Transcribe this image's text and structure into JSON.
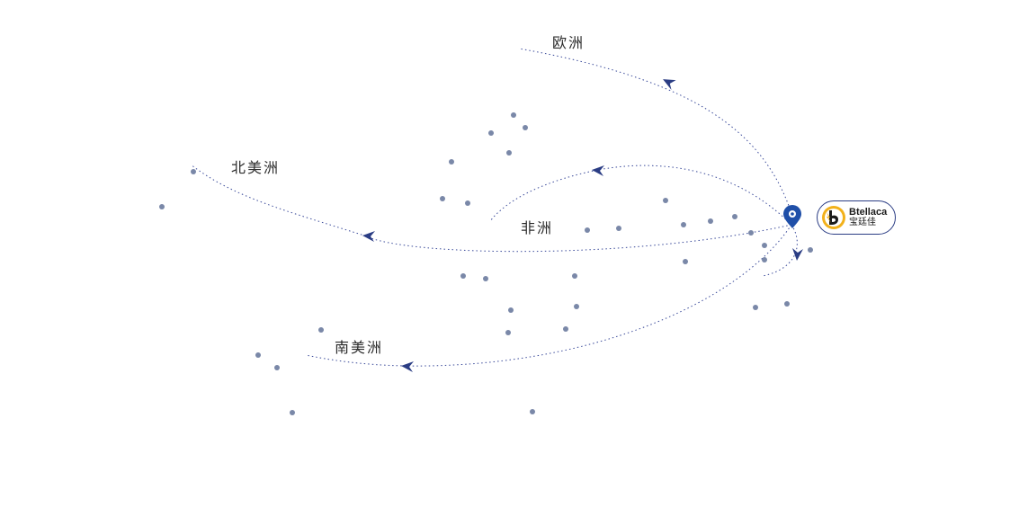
{
  "map": {
    "regions": {
      "europe": "欧洲",
      "north_america": "北美洲",
      "africa": "非洲",
      "south_america": "南美洲"
    },
    "brand": {
      "name_en": "Btellaca",
      "name_cn": "宝廷佳"
    },
    "colors": {
      "route_line": "#3a4a9a",
      "arrow": "#2b3d84",
      "dot": "#7a88a8",
      "pin": "#1f4fa8",
      "logo_accent": "#f2b11b"
    },
    "icons": {
      "origin": "location-pin-icon",
      "arrowhead": "arrowhead-icon",
      "logo": "brand-logo-icon"
    }
  }
}
